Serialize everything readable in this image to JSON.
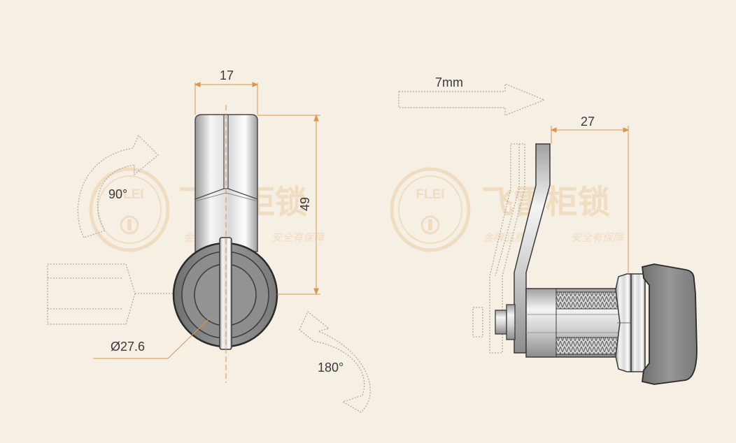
{
  "watermark": {
    "logo_text": "FLEI",
    "brand": "飞雷柜锁",
    "slogan_left": "金牌品质",
    "slogan_right": "安全有保障"
  },
  "dimensions": {
    "width_17": "17",
    "height_49": "49",
    "diameter": "Ø27.6",
    "rotation_90": "90°",
    "rotation_180": "180°",
    "offset_7mm": "7mm",
    "length_27": "27"
  },
  "colors": {
    "background": "#f6efe3",
    "dimension_line": "#d9964f",
    "watermark": "#f0dcc0",
    "outline": "#3a3a3a",
    "knob": "#8a8a8a"
  }
}
